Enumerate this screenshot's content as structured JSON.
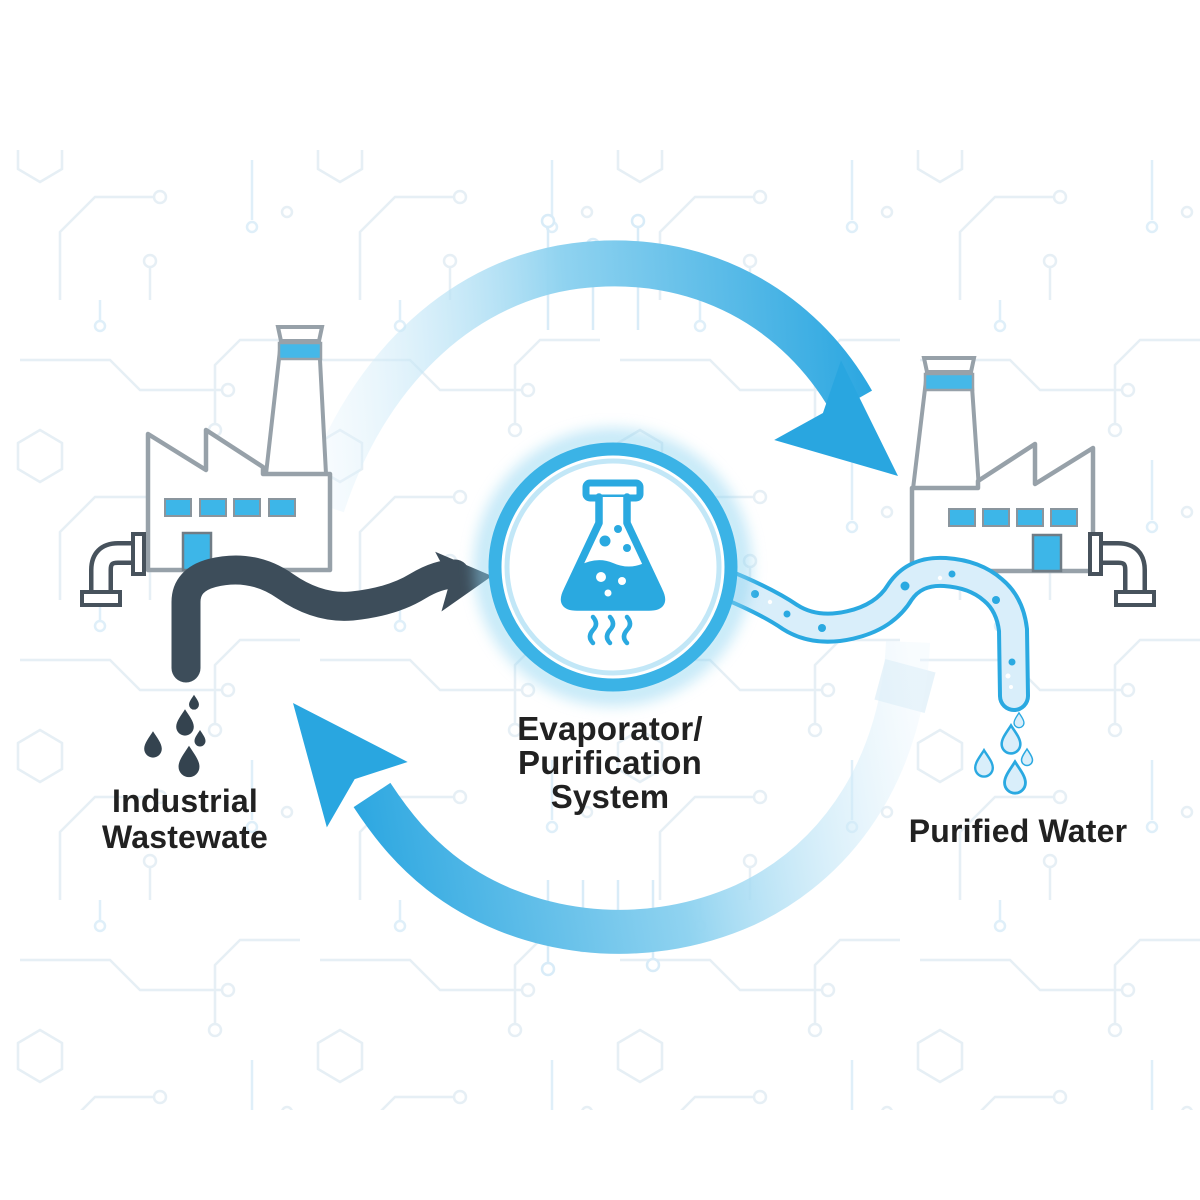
{
  "diagram": {
    "type": "process-cycle",
    "description_nodes": [
      {
        "id": "source-factory",
        "icon": "factory-icon",
        "label": "Industrial Wastewate"
      },
      {
        "id": "purification-system",
        "icon": "flask-icon",
        "label": "Evaporator/ Purification System"
      },
      {
        "id": "output-factory",
        "icon": "factory-icon",
        "label": "Purified Water"
      }
    ],
    "flows": [
      {
        "id": "wastewater-flow",
        "from": "source-factory",
        "to": "purification-system",
        "style": "dark-wavy-arrow"
      },
      {
        "id": "purified-flow",
        "from": "purification-system",
        "to": "output-factory",
        "style": "light-blue-stream"
      },
      {
        "id": "recycle-arc-top",
        "from": "source-factory",
        "to": "output-factory",
        "style": "blue-gradient-arc"
      },
      {
        "id": "recycle-arc-bottom",
        "from": "output-factory",
        "to": "source-factory",
        "style": "blue-gradient-arc"
      }
    ]
  },
  "labels": {
    "source": {
      "lines": [
        "Industrial",
        "Wastewate"
      ]
    },
    "system": {
      "lines": [
        "Evaporator/",
        "Purification",
        "System"
      ]
    },
    "output": {
      "lines": [
        "Purified Water"
      ]
    }
  },
  "colors": {
    "accent_blue": "#29a9e2",
    "arc_light": "#eaf5fc",
    "dark_slate": "#3d4d5a",
    "drop_dark": "#34434f",
    "stream_fill": "#d9eefa",
    "factory_outline": "#97a1a9",
    "window_blue": "#3db6e8",
    "pipe_outline": "#47525c",
    "text": "#212121",
    "circuit_line": "#e2ecf3",
    "circuit_line_blue": "#d9ecf8"
  },
  "icons": [
    "factory-icon",
    "flask-icon",
    "heat-waves-icon",
    "pipe-icon",
    "water-drop-icon",
    "recycle-arrow-icon"
  ]
}
